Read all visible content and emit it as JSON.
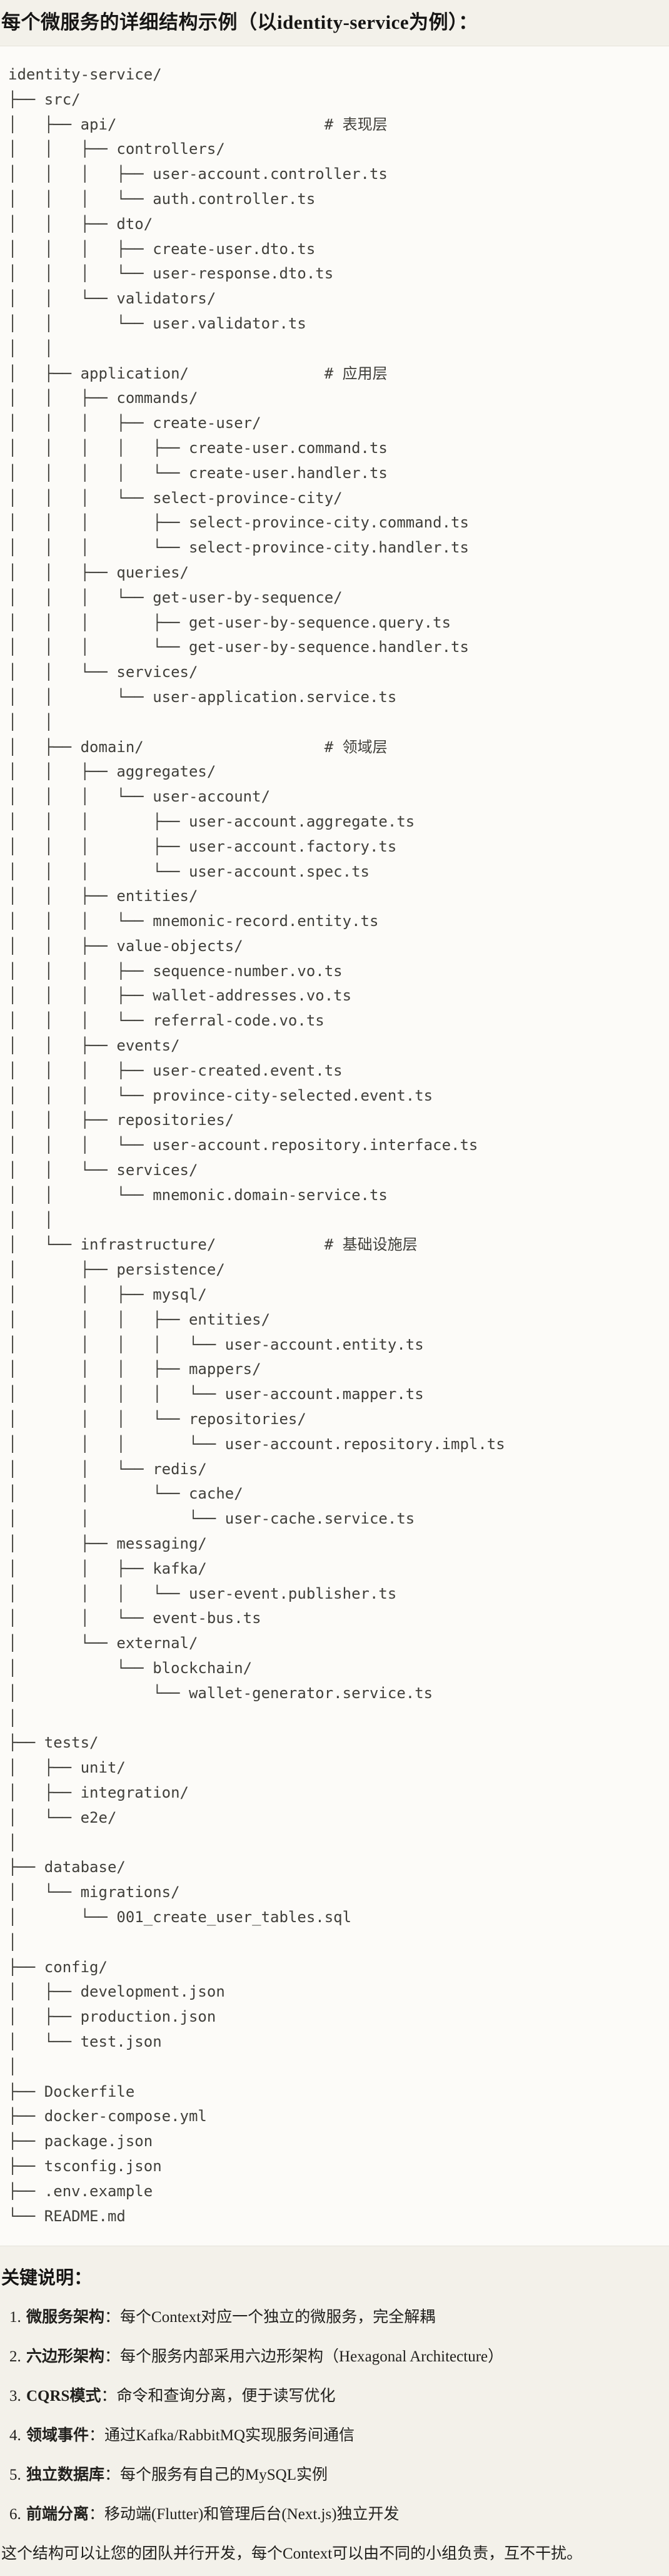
{
  "title": "每个微服务的详细结构示例（以identity-service为例）：",
  "code_block": {
    "lines": [
      "identity-service/",
      "├── src/",
      "│   ├── api/                       # 表现层",
      "│   │   ├── controllers/",
      "│   │   │   ├── user-account.controller.ts",
      "│   │   │   └── auth.controller.ts",
      "│   │   ├── dto/",
      "│   │   │   ├── create-user.dto.ts",
      "│   │   │   └── user-response.dto.ts",
      "│   │   └── validators/",
      "│   │       └── user.validator.ts",
      "│   │",
      "│   ├── application/               # 应用层",
      "│   │   ├── commands/",
      "│   │   │   ├── create-user/",
      "│   │   │   │   ├── create-user.command.ts",
      "│   │   │   │   └── create-user.handler.ts",
      "│   │   │   └── select-province-city/",
      "│   │   │       ├── select-province-city.command.ts",
      "│   │   │       └── select-province-city.handler.ts",
      "│   │   ├── queries/",
      "│   │   │   └── get-user-by-sequence/",
      "│   │   │       ├── get-user-by-sequence.query.ts",
      "│   │   │       └── get-user-by-sequence.handler.ts",
      "│   │   └── services/",
      "│   │       └── user-application.service.ts",
      "│   │",
      "│   ├── domain/                    # 领域层",
      "│   │   ├── aggregates/",
      "│   │   │   └── user-account/",
      "│   │   │       ├── user-account.aggregate.ts",
      "│   │   │       ├── user-account.factory.ts",
      "│   │   │       └── user-account.spec.ts",
      "│   │   ├── entities/",
      "│   │   │   └── mnemonic-record.entity.ts",
      "│   │   ├── value-objects/",
      "│   │   │   ├── sequence-number.vo.ts",
      "│   │   │   ├── wallet-addresses.vo.ts",
      "│   │   │   └── referral-code.vo.ts",
      "│   │   ├── events/",
      "│   │   │   ├── user-created.event.ts",
      "│   │   │   └── province-city-selected.event.ts",
      "│   │   ├── repositories/",
      "│   │   │   └── user-account.repository.interface.ts",
      "│   │   └── services/",
      "│   │       └── mnemonic.domain-service.ts",
      "│   │",
      "│   └── infrastructure/            # 基础设施层",
      "│       ├── persistence/",
      "│       │   ├── mysql/",
      "│       │   │   ├── entities/",
      "│       │   │   │   └── user-account.entity.ts",
      "│       │   │   ├── mappers/",
      "│       │   │   │   └── user-account.mapper.ts",
      "│       │   │   └── repositories/",
      "│       │   │       └── user-account.repository.impl.ts",
      "│       │   └── redis/",
      "│       │       └── cache/",
      "│       │           └── user-cache.service.ts",
      "│       ├── messaging/",
      "│       │   ├── kafka/",
      "│       │   │   └── user-event.publisher.ts",
      "│       │   └── event-bus.ts",
      "│       └── external/",
      "│           └── blockchain/",
      "│               └── wallet-generator.service.ts",
      "│",
      "├── tests/",
      "│   ├── unit/",
      "│   ├── integration/",
      "│   └── e2e/",
      "│",
      "├── database/",
      "│   └── migrations/",
      "│       └── 001_create_user_tables.sql",
      "│",
      "├── config/",
      "│   ├── development.json",
      "│   ├── production.json",
      "│   └── test.json",
      "│",
      "├── Dockerfile",
      "├── docker-compose.yml",
      "├── package.json",
      "├── tsconfig.json",
      "├── .env.example",
      "└── README.md"
    ]
  },
  "notes": {
    "heading": "关键说明：",
    "items": [
      {
        "term": "微服务架构",
        "colon": "：",
        "desc": "每个Context对应一个独立的微服务，完全解耦"
      },
      {
        "term": "六边形架构",
        "colon": "：",
        "desc": "每个服务内部采用六边形架构（Hexagonal Architecture）"
      },
      {
        "term": "CQRS模式",
        "colon": "：",
        "desc": "命令和查询分离，便于读写优化"
      },
      {
        "term": "领域事件",
        "colon": "：",
        "desc": "通过Kafka/RabbitMQ实现服务间通信"
      },
      {
        "term": "独立数据库",
        "colon": "：",
        "desc": "每个服务有自己的MySQL实例"
      },
      {
        "term": "前端分离",
        "colon": "：",
        "desc": "移动端(Flutter)和管理后台(Next.js)独立开发"
      }
    ],
    "closing": "这个结构可以让您的团队并行开发，每个Context可以由不同的小组负责，互不干扰。"
  },
  "colors": {
    "page_background": "#f3f1ea",
    "code_background": "#fcfbf8",
    "code_border": "#e5e3da",
    "code_text": "#403f3a",
    "heading_text": "#161514",
    "body_text": "#21201d"
  }
}
